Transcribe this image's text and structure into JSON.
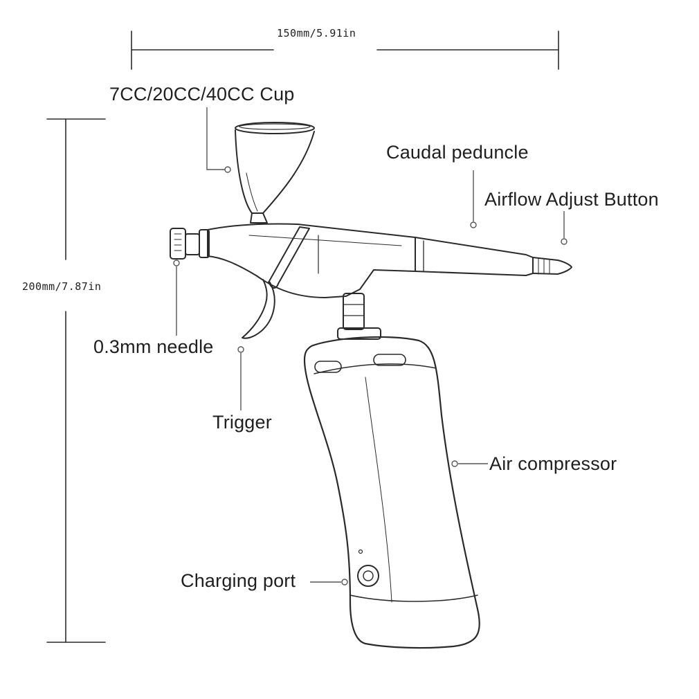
{
  "dimensions": {
    "width_label": "150mm/5.91in",
    "height_label": "200mm/7.87in"
  },
  "labels": {
    "cup": "7CC/20CC/40CC Cup",
    "caudal_peduncle": "Caudal peduncle",
    "airflow_button": "Airflow Adjust Button",
    "needle": "0.3mm needle",
    "trigger": "Trigger",
    "compressor": "Air compressor",
    "charging_port": "Charging port"
  },
  "colors": {
    "ink": "#2a2a2a",
    "leader": "#555555",
    "text": "#1f1f1f"
  }
}
